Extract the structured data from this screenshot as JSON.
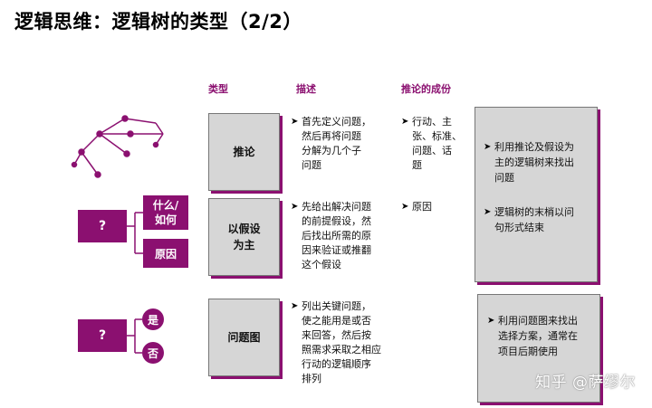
{
  "title": "逻辑思维：逻辑树的类型（2/2）",
  "headers": {
    "type": "类型",
    "desc": "描述",
    "components": "推论的成份"
  },
  "rows": [
    {
      "type_label": "推论",
      "desc": "首先定义问题，\n然后再将问题\n分解为几个子\n问题",
      "components": "行动、主\n张、标准、\n问题、话\n题"
    },
    {
      "type_label": "以假设\n为主",
      "desc": "先给出解决问题\n的前提假设，然\n后找出所需的原\n因来验证或推翻\n这个假设",
      "components": "原因"
    },
    {
      "type_label": "问题图",
      "desc": "列出关键问题，\n使之能用是或否\n来回答，然后按\n照需求采取之相应\n行动的逻辑顺序\n排列"
    }
  ],
  "side_notes_top": [
    "利用推论及假设为\n主的逻辑树来找出\n问题",
    "逻辑树的末梢以问\n句形式结束"
  ],
  "side_note_bottom": "利用问题图来找出\n选择方案，通常在\n项目后期使用",
  "icons": {
    "question_mark": "?",
    "what_how": "什么/\n如何",
    "reason": "原因",
    "yes": "是",
    "no": "否"
  },
  "watermark": "知乎 @萨缪尔",
  "colors": {
    "accent": "#8b1070",
    "box_fill": "#d6d6d6"
  }
}
